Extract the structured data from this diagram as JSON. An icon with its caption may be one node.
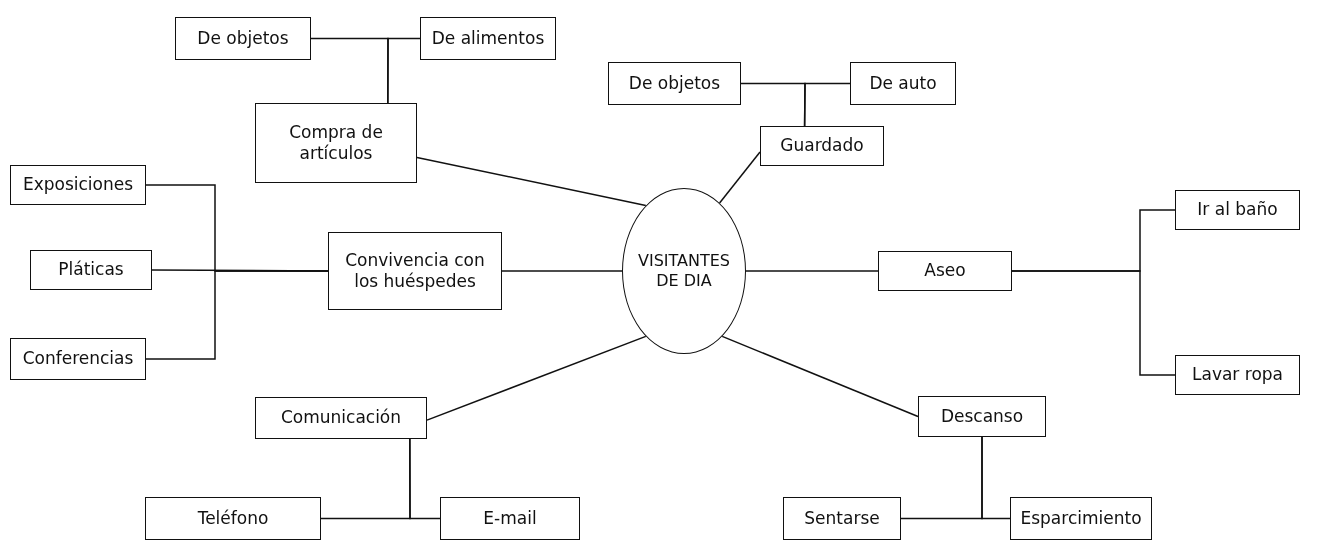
{
  "diagram": {
    "nodes": [
      {
        "text": [
          "VISITANTES DE DIA"
        ]
      },
      {
        "text": [
          "De objetos"
        ]
      },
      {
        "text": [
          "De alimentos"
        ]
      },
      {
        "text": [
          "Compra de artículos"
        ]
      },
      {
        "text": [
          "Exposiciones"
        ]
      },
      {
        "text": [
          "Pláticas"
        ]
      },
      {
        "text": [
          "Conferencias"
        ]
      },
      {
        "text": [
          "Convivencia con los huéspedes"
        ]
      },
      {
        "text": [
          "Comunicación"
        ]
      },
      {
        "text": [
          "Teléfono"
        ]
      },
      {
        "text": [
          "E-mail"
        ]
      },
      {
        "text": [
          "De objetos"
        ]
      },
      {
        "text": [
          "De auto"
        ]
      },
      {
        "text": [
          "Guardado"
        ]
      },
      {
        "text": [
          "Aseo"
        ]
      },
      {
        "text": [
          "Ir al baño"
        ]
      },
      {
        "text": [
          "Lavar ropa"
        ]
      },
      {
        "text": [
          "Descanso"
        ]
      },
      {
        "text": [
          "Sentarse"
        ]
      },
      {
        "text": [
          "Esparcimiento"
        ]
      }
    ],
    "edges": [
      {
        "from": 0,
        "to": 3,
        "arrow": "none"
      },
      {
        "from": 3,
        "to": 1,
        "arrow": "none"
      },
      {
        "from": 3,
        "to": 2,
        "arrow": "none"
      },
      {
        "from": 0,
        "to": 7,
        "arrow": "none"
      },
      {
        "from": 7,
        "to": 4,
        "arrow": "none"
      },
      {
        "from": 7,
        "to": 5,
        "arrow": "none"
      },
      {
        "from": 7,
        "to": 6,
        "arrow": "none"
      },
      {
        "from": 0,
        "to": 8,
        "arrow": "none"
      },
      {
        "from": 8,
        "to": 9,
        "arrow": "none"
      },
      {
        "from": 8,
        "to": 10,
        "arrow": "none"
      },
      {
        "from": 0,
        "to": 13,
        "arrow": "none"
      },
      {
        "from": 13,
        "to": 11,
        "arrow": "none"
      },
      {
        "from": 13,
        "to": 12,
        "arrow": "none"
      },
      {
        "from": 0,
        "to": 14,
        "arrow": "none"
      },
      {
        "from": 14,
        "to": 15,
        "arrow": "none"
      },
      {
        "from": 14,
        "to": 16,
        "arrow": "none"
      },
      {
        "from": 0,
        "to": 17,
        "arrow": "none"
      },
      {
        "from": 17,
        "to": 18,
        "arrow": "none"
      },
      {
        "from": 17,
        "to": 19,
        "arrow": "none"
      }
    ]
  }
}
